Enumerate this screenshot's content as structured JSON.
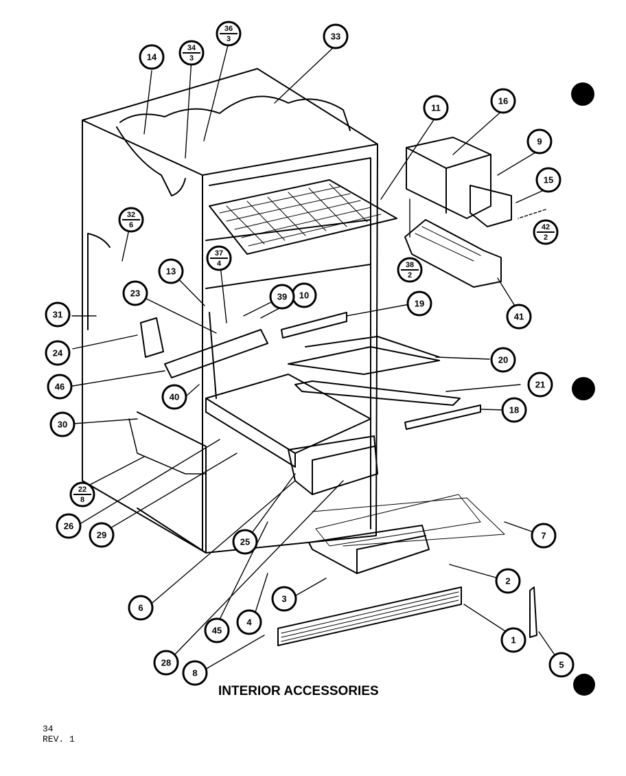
{
  "title": "INTERIOR ACCESSORIES",
  "page_number": "34",
  "revision": "REV. 1",
  "callouts": [
    "1",
    "2",
    "3",
    "4",
    "5",
    "6",
    "7",
    "8",
    "9",
    "10",
    "11",
    "13",
    "14",
    "15",
    "16",
    "18",
    "19",
    "20",
    "21",
    "23",
    "24",
    "25",
    "26",
    "28",
    "29",
    "30",
    "31",
    "33",
    "39",
    "40",
    "41",
    "45",
    "46"
  ],
  "fraction_callouts": [
    {
      "top": "34",
      "bottom": "3"
    },
    {
      "top": "36",
      "bottom": "3"
    },
    {
      "top": "32",
      "bottom": "6"
    },
    {
      "top": "37",
      "bottom": "4"
    },
    {
      "top": "38",
      "bottom": "2"
    },
    {
      "top": "42",
      "bottom": "2"
    },
    {
      "top": "22",
      "bottom": "8"
    }
  ]
}
